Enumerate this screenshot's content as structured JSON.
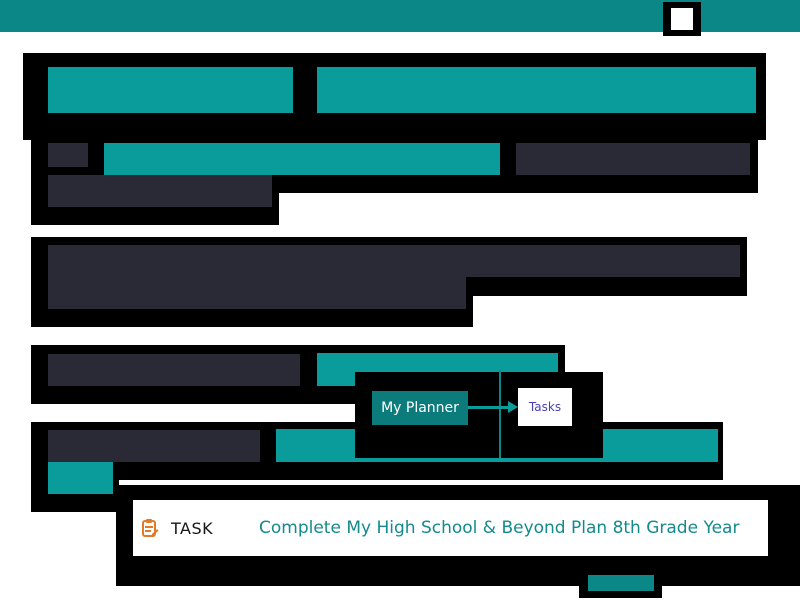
{
  "header": {
    "background_color": "#0b8787"
  },
  "callout": {
    "source_label": "My Planner",
    "target_label": "Tasks"
  },
  "task": {
    "kind": "TASK",
    "title": "Complete My High School & Beyond Plan 8th Grade Year",
    "icon": "clipboard-edit-icon",
    "accent_color": "#138a8e"
  },
  "colors": {
    "teal": "#0a9b9b",
    "teal_dark": "#0b8787",
    "slate": "#2a2a36",
    "icon_orange": "#e27a2b"
  }
}
